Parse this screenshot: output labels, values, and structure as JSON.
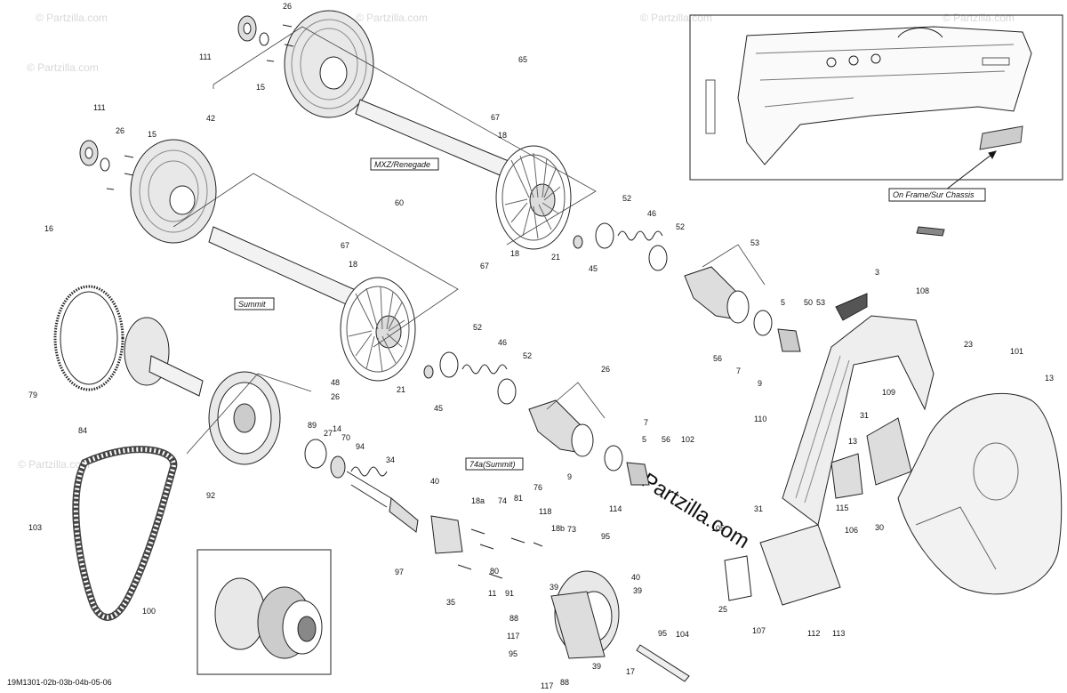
{
  "watermark": {
    "small": "© Partzilla.com",
    "main": "©Partzilla.com"
  },
  "inset": {
    "caption": "On Frame/Sur Chassis"
  },
  "box_labels": {
    "mxz": "MXZ/Renegade",
    "summit": "Summit",
    "summit74a": "74a(Summit)"
  },
  "drawing_code": "19M1301-02b-03b-04b-05-06",
  "parts": [
    "111",
    "26",
    "15",
    "42",
    "111",
    "26",
    "15",
    "65",
    "67",
    "18",
    "60",
    "16",
    "67",
    "18",
    "79",
    "84",
    "92",
    "103",
    "100",
    "14",
    "89",
    "27",
    "70",
    "94",
    "34",
    "40",
    "97",
    "18a",
    "74",
    "81",
    "76",
    "118",
    "73",
    "18b",
    "80",
    "35",
    "11",
    "91",
    "39",
    "88",
    "117",
    "95",
    "117",
    "88",
    "39",
    "95",
    "17",
    "104",
    "95",
    "40",
    "39",
    "52",
    "46",
    "52",
    "21",
    "45",
    "18",
    "67",
    "52",
    "46",
    "52",
    "21",
    "45",
    "48",
    "26",
    "53",
    "56",
    "7",
    "9",
    "5",
    "50",
    "53",
    "26",
    "7",
    "9",
    "5",
    "56",
    "102",
    "114",
    "3",
    "108",
    "23",
    "101",
    "13",
    "110",
    "109",
    "31",
    "13",
    "115",
    "30",
    "31",
    "106",
    "105",
    "25",
    "107",
    "112",
    "113"
  ]
}
